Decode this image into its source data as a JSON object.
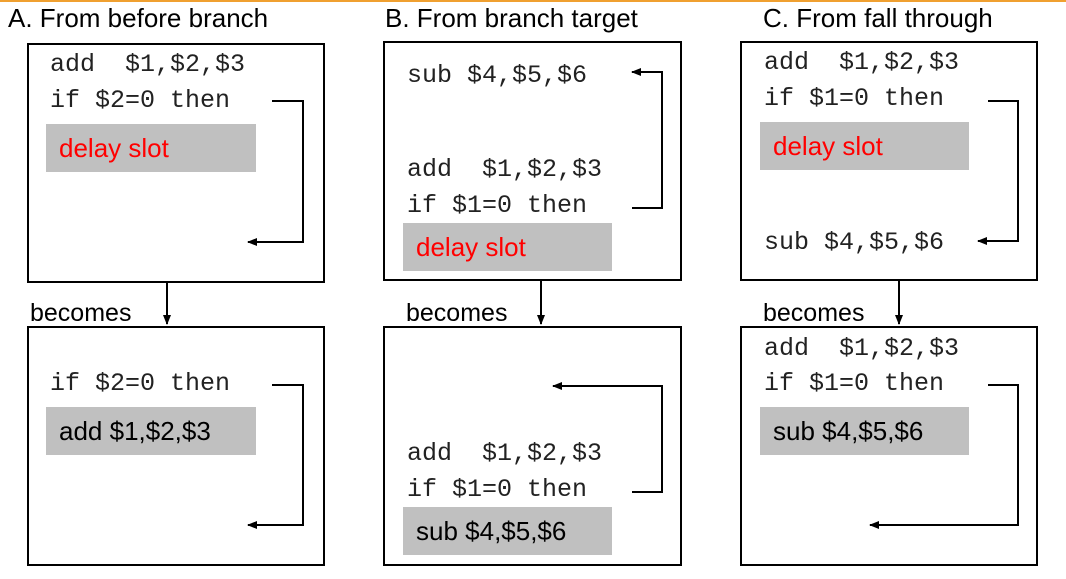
{
  "columns": [
    {
      "heading": "A. From before branch",
      "before": {
        "line1": "add  $1,$2,$3",
        "line2": "if $2=0 then",
        "slot": "delay slot"
      },
      "becomes": "becomes",
      "after": {
        "line1": "if $2=0 then",
        "slot": "add  $1,$2,$3"
      }
    },
    {
      "heading": "B. From branch target",
      "before": {
        "target": "sub $4,$5,$6",
        "line1": "add  $1,$2,$3",
        "line2": "if $1=0 then",
        "slot": "delay slot"
      },
      "becomes": "becomes",
      "after": {
        "line1": "add  $1,$2,$3",
        "line2": "if $1=0 then",
        "slot": "sub $4,$5,$6"
      }
    },
    {
      "heading": "C. From fall through",
      "before": {
        "line1": "add  $1,$2,$3",
        "line2": "if $1=0 then",
        "slot": "delay slot",
        "fall": "sub $4,$5,$6"
      },
      "becomes": "becomes",
      "after": {
        "line1": "add  $1,$2,$3",
        "line2": "if $1=0 then",
        "slot": "sub $4,$5,$6"
      }
    }
  ],
  "colors": {
    "delay_slot_text": "#ff0000",
    "slot_fill": "#c0c0c0",
    "accent_rule": "#f0a030"
  }
}
